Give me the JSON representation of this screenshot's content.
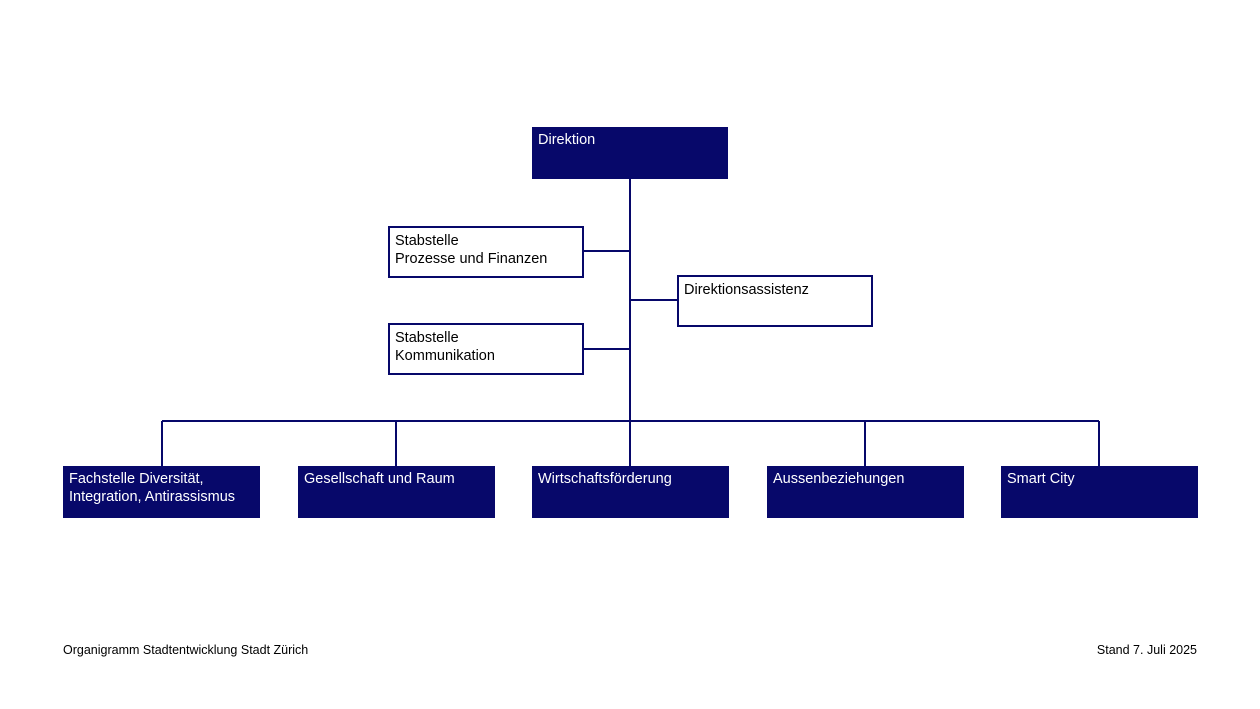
{
  "diagram": {
    "direction": {
      "line1": "Direktion"
    },
    "staff": {
      "finance": {
        "line1": "Stabstelle",
        "line2": "Prozesse und Finanzen"
      },
      "communication": {
        "line1": "Stabstelle",
        "line2": "Kommunikation"
      },
      "assistant": {
        "line1": "Direktionsassistenz"
      }
    },
    "departments": [
      {
        "line1": "Fachstelle Diversität,",
        "line2": "Integration, Antirassismus"
      },
      {
        "line1": "Gesellschaft und Raum"
      },
      {
        "line1": "Wirtschaftsförderung"
      },
      {
        "line1": "Aussenbeziehungen"
      },
      {
        "line1": "Smart City"
      }
    ],
    "colors": {
      "box_fill": "#07086a",
      "line": "#07086a"
    }
  },
  "footer": {
    "left": "Organigramm Stadtentwicklung Stadt Zürich",
    "right": "Stand 7. Juli 2025"
  }
}
